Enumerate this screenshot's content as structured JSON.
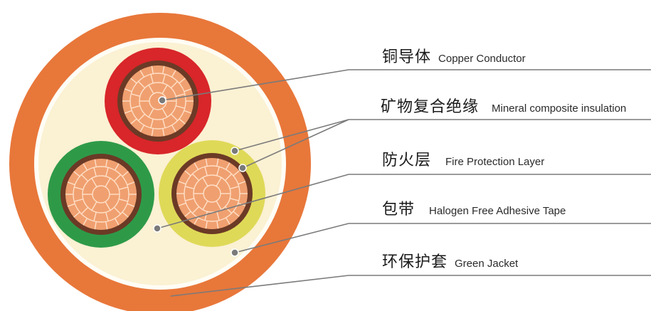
{
  "diagram": {
    "labels": [
      {
        "zh": "铜导体",
        "en": "Copper Conductor"
      },
      {
        "zh": "矿物复合绝缘",
        "en": "Mineral composite insulation"
      },
      {
        "zh": "防火层",
        "en": "Fire Protection Layer"
      },
      {
        "zh": "包带",
        "en": "Halogen Free Adhesive Tape"
      },
      {
        "zh": "环保护套",
        "en": "Green Jacket"
      }
    ],
    "colors": {
      "jacket": "#e8773a",
      "tape": "#fffdf5",
      "filler": "#fbf1d3",
      "red_insulation": "#d8262a",
      "green_insulation": "#2e9a48",
      "yellow_insulation": "#dfd958",
      "conductor_rim": "#6b3a26",
      "copper": "#f0a070",
      "copper_lines": "#ffe0c8",
      "leader": "#7a7a7a"
    }
  }
}
